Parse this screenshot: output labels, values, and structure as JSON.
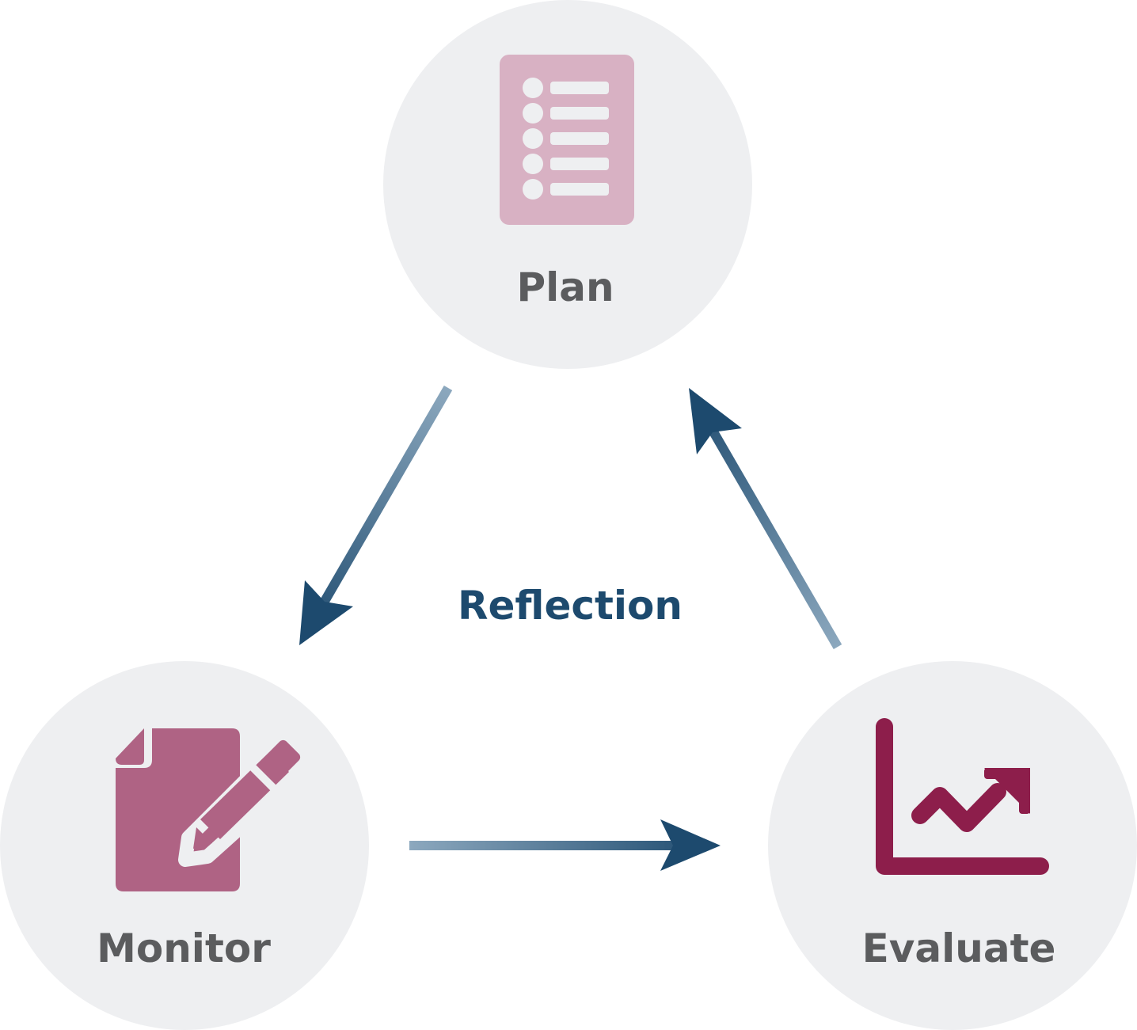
{
  "center_label": "Reflection",
  "nodes": {
    "plan": {
      "label": "Plan",
      "icon": "checklist-icon"
    },
    "monitor": {
      "label": "Monitor",
      "icon": "document-edit-icon"
    },
    "evaluate": {
      "label": "Evaluate",
      "icon": "trend-chart-icon"
    }
  },
  "edges": [
    {
      "from": "Plan",
      "to": "Monitor"
    },
    {
      "from": "Monitor",
      "to": "Evaluate"
    },
    {
      "from": "Evaluate",
      "to": "Plan"
    }
  ],
  "colors": {
    "circle_fill": "#EEEFF1",
    "label_text": "#5B5C5E",
    "reflection_text": "#1D4A6E",
    "arrow_dark": "#1D4A6E",
    "arrow_light": "#8CA8BE",
    "plan_icon": "#D8B1C3",
    "monitor_icon": "#AF6384",
    "evaluate_icon": "#8D1E4B"
  }
}
